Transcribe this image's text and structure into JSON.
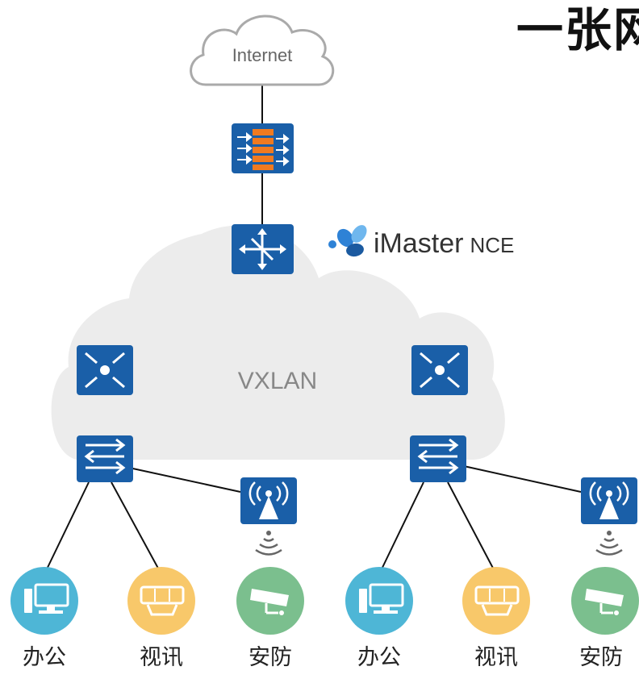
{
  "title": "一张网",
  "internet": "Internet",
  "controller": {
    "name": "iMaster",
    "suffix": "NCE"
  },
  "fabric": "VXLAN",
  "endpoints": [
    "办公",
    "视讯",
    "安防",
    "办公",
    "视讯",
    "安防"
  ],
  "colors": {
    "device_blue": "#1a5fa8",
    "firewall_orange": "#f07a20",
    "cloud_gray": "#ececec",
    "office_teal": "#4eb6d6",
    "video_yellow": "#f8c86a",
    "security_green": "#7bbf8e",
    "logo_blue": "#2e82d6"
  },
  "icons": [
    "cloud-icon",
    "firewall-icon",
    "router-icon",
    "core-switch-icon",
    "access-switch-icon",
    "wireless-ap-icon",
    "pc-icon",
    "video-terminal-icon",
    "camera-icon"
  ]
}
